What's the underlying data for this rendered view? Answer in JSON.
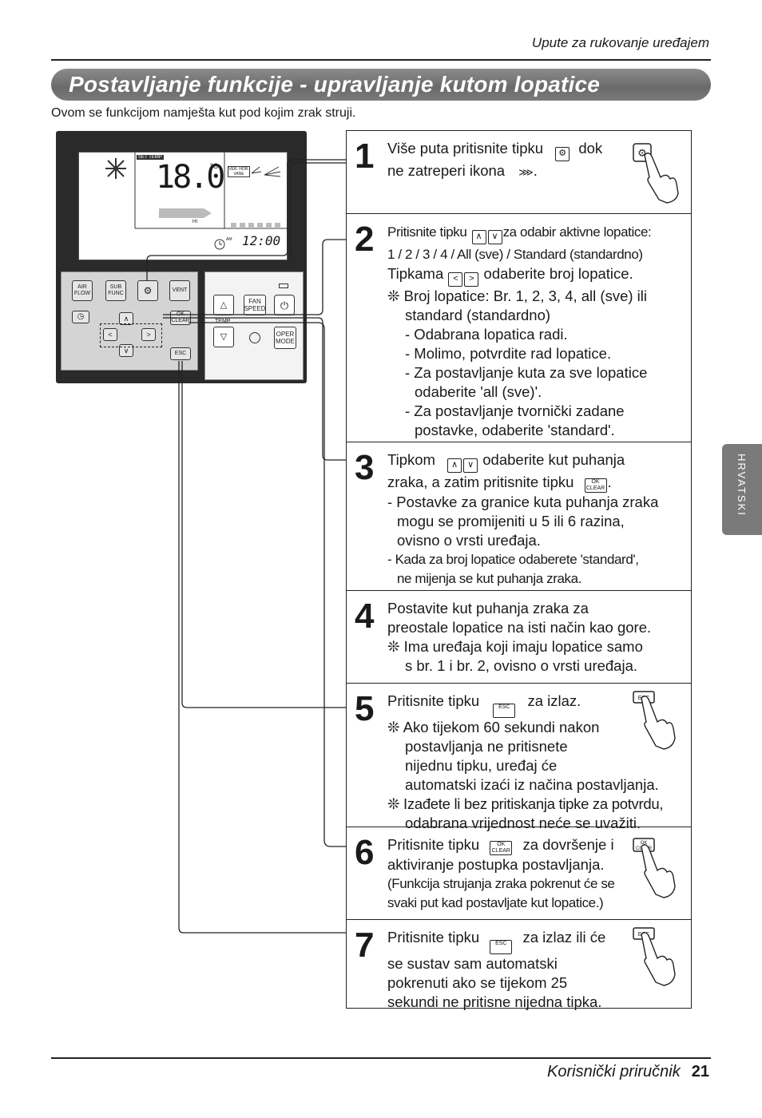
{
  "header": {
    "running_title": "Upute za rukovanje uređajem"
  },
  "page_title": "Postavljanje funkcije - upravljanje kutom lopatice",
  "intro": "Ovom se funkcijom namješta kut pod kojim zrak struji.",
  "remote": {
    "lcd": {
      "set_temp_label": "SET TEMP",
      "temperature": "18.0",
      "unit": "°C",
      "vane_label": "VER. HOR. VANE",
      "fan_level": "HI",
      "time": "12:00",
      "am": "AM"
    },
    "buttons": {
      "air_flow": "AIR FLOW",
      "sub_func": "SUB FUNC",
      "vent": "VENT",
      "ok_clear": "OK CLEAR",
      "esc": "ESC",
      "fan_speed": "FAN SPEED",
      "temp": "TEMP",
      "oper_mode": "OPER MODE"
    }
  },
  "steps": [
    {
      "number": "1",
      "lines": [
        "Više puta pritisnite tipku",
        "dok",
        "ne zatreperi ikona",
        "."
      ]
    },
    {
      "number": "2",
      "lines": [
        "Pritisnite tipku",
        "za odabir aktivne lopatice:",
        "1 / 2 / 3 / 4 / All (sve) / Standard (standardno)",
        "Tipkama",
        "odaberite broj lopatice.",
        "❊ Broj lopatice: Br. 1, 2, 3, 4, all (sve) ili",
        "standard (standardno)",
        "- Odabrana lopatica radi.",
        "- Molimo, potvrdite rad lopatice.",
        "- Za postavljanje kuta za sve lopatice",
        "odaberite 'all (sve)'.",
        "- Za postavljanje tvornički zadane",
        "postavke, odaberite 'standard'."
      ]
    },
    {
      "number": "3",
      "lines": [
        "Tipkom",
        "odaberite kut puhanja",
        "zraka, a zatim pritisnite tipku",
        ".",
        "- Postavke za granice kuta puhanja zraka",
        "mogu se promijeniti u 5 ili 6 razina,",
        "ovisno o vrsti uređaja.",
        "- Kada za broj lopatice odaberete 'standard',",
        "ne mijenja se kut puhanja zraka."
      ]
    },
    {
      "number": "4",
      "lines": [
        "Postavite kut puhanja zraka za",
        "preostale lopatice na isti način kao gore.",
        "❊ Ima uređaja koji imaju lopatice samo",
        "s br. 1 i br. 2, ovisno o vrsti uređaja."
      ]
    },
    {
      "number": "5",
      "lines": [
        "Pritisnite tipku",
        "za izlaz.",
        "❊ Ako tijekom 60 sekundi nakon",
        "postavljanja ne pritisnete",
        "nijednu tipku, uređaj će",
        "automatski izaći iz načina postavljanja.",
        "❊ Izađete li bez pritiskanja tipke za potvrdu,",
        "odabrana vrijednost neće se uvažiti."
      ]
    },
    {
      "number": "6",
      "lines": [
        "Pritisnite tipku",
        "za dovršenje i",
        "aktiviranje postupka postavljanja.",
        "(Funkcija strujanja zraka pokrenut će se",
        "svaki put kad postavljate kut lopatice.)"
      ]
    },
    {
      "number": "7",
      "lines": [
        "Pritisnite tipku",
        "za izlaz ili će",
        "se sustav sam automatski",
        "pokrenuti ako se tijekom 25",
        "sekundi ne pritisne nijedna tipka."
      ]
    }
  ],
  "icons": {
    "ok_clear_icon": "OK CLEAR",
    "esc_icon": "ESC"
  },
  "side_tab": "HRVATSKI",
  "footer": {
    "manual": "Korisnički priručnik",
    "page": "21"
  }
}
